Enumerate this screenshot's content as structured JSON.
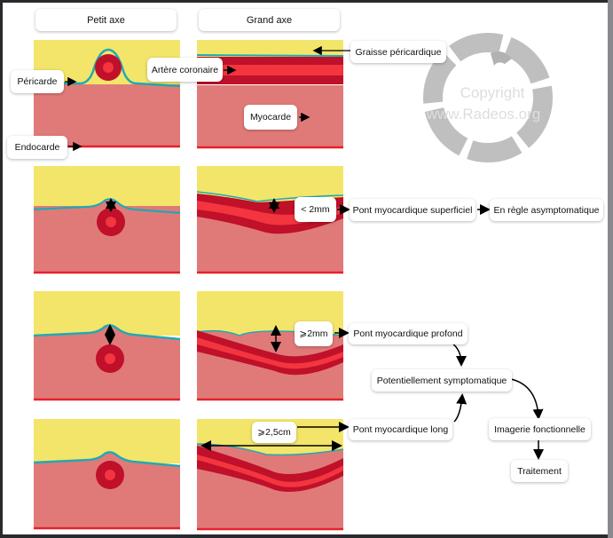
{
  "headers": {
    "short_axis": "Petit axe",
    "long_axis": "Grand axe"
  },
  "anatomy_labels": {
    "pericarde": "Péricarde",
    "endocarde": "Endocarde",
    "artere": "Artère coronaire",
    "myocarde": "Myocarde",
    "graisse": "Graisse péricardique"
  },
  "measures": {
    "superficial": "< 2mm",
    "deep": "⩾2mm",
    "long": "⩾2,5cm"
  },
  "flow": {
    "superficiel": "Pont myocardique superficiel",
    "asymptomatique": "En règle asymptomatique",
    "profond": "Pont myocardique profond",
    "potentiel": "Potentiellement symptomatique",
    "long": "Pont myocardique long",
    "imagerie": "Imagerie fonctionnelle",
    "traitement": "Traitement"
  },
  "watermark": {
    "line1": "Copyright",
    "line2": "www.Radeos.org"
  },
  "colors": {
    "fat": "#f3e56a",
    "myocardium": "#e07a78",
    "artery_dark": "#c0102a",
    "artery_light": "#f2353f",
    "pericardium": "#1fa9b5",
    "endocardium": "#e8202a",
    "watermark": "#b5b5b5"
  }
}
